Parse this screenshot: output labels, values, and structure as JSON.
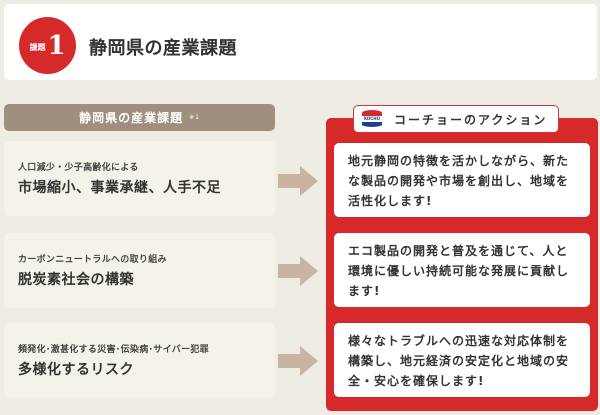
{
  "header": {
    "badge_label": "課題",
    "badge_number": "1",
    "title": "静岡県の産業課題"
  },
  "left_column": {
    "title": "静岡県の産業課題",
    "note": "※1"
  },
  "issues": [
    {
      "sub": "人口減少・少子高齢化による",
      "main": "市場縮小、事業承継、人手不足"
    },
    {
      "sub": "カーボンニュートラルへの取り組み",
      "main": "脱炭素社会の構築"
    },
    {
      "sub": "頻発化･激甚化する災害･伝染病･サイバー犯罪",
      "main": "多様化するリスク"
    }
  ],
  "right_column": {
    "logo_text": "KOCHO",
    "title": "コーチョーのアクション"
  },
  "actions": [
    {
      "text": "地元静岡の特徴を活かしながら、新たな製品の開発や市場を創出し、地域を活性化します!"
    },
    {
      "text": "エコ製品の開発と普及を通じて、人と環境に優しい持続可能な発展に貢献します!"
    },
    {
      "text": "様々なトラブルへの迅速な対応体制を構築し、地元経済の安定化と地域の安全・安心を確保します!"
    }
  ],
  "colors": {
    "background": "#efede3",
    "brand_red": "#d62a2a",
    "header_brown": "#a08e7e",
    "arrow": "#c8b4a0",
    "card_beige": "#f5f3e9",
    "logo_blue": "#1d3f8f"
  },
  "icons": {
    "arrow": "arrow-right-icon",
    "logo": "kocho-logo-icon"
  }
}
